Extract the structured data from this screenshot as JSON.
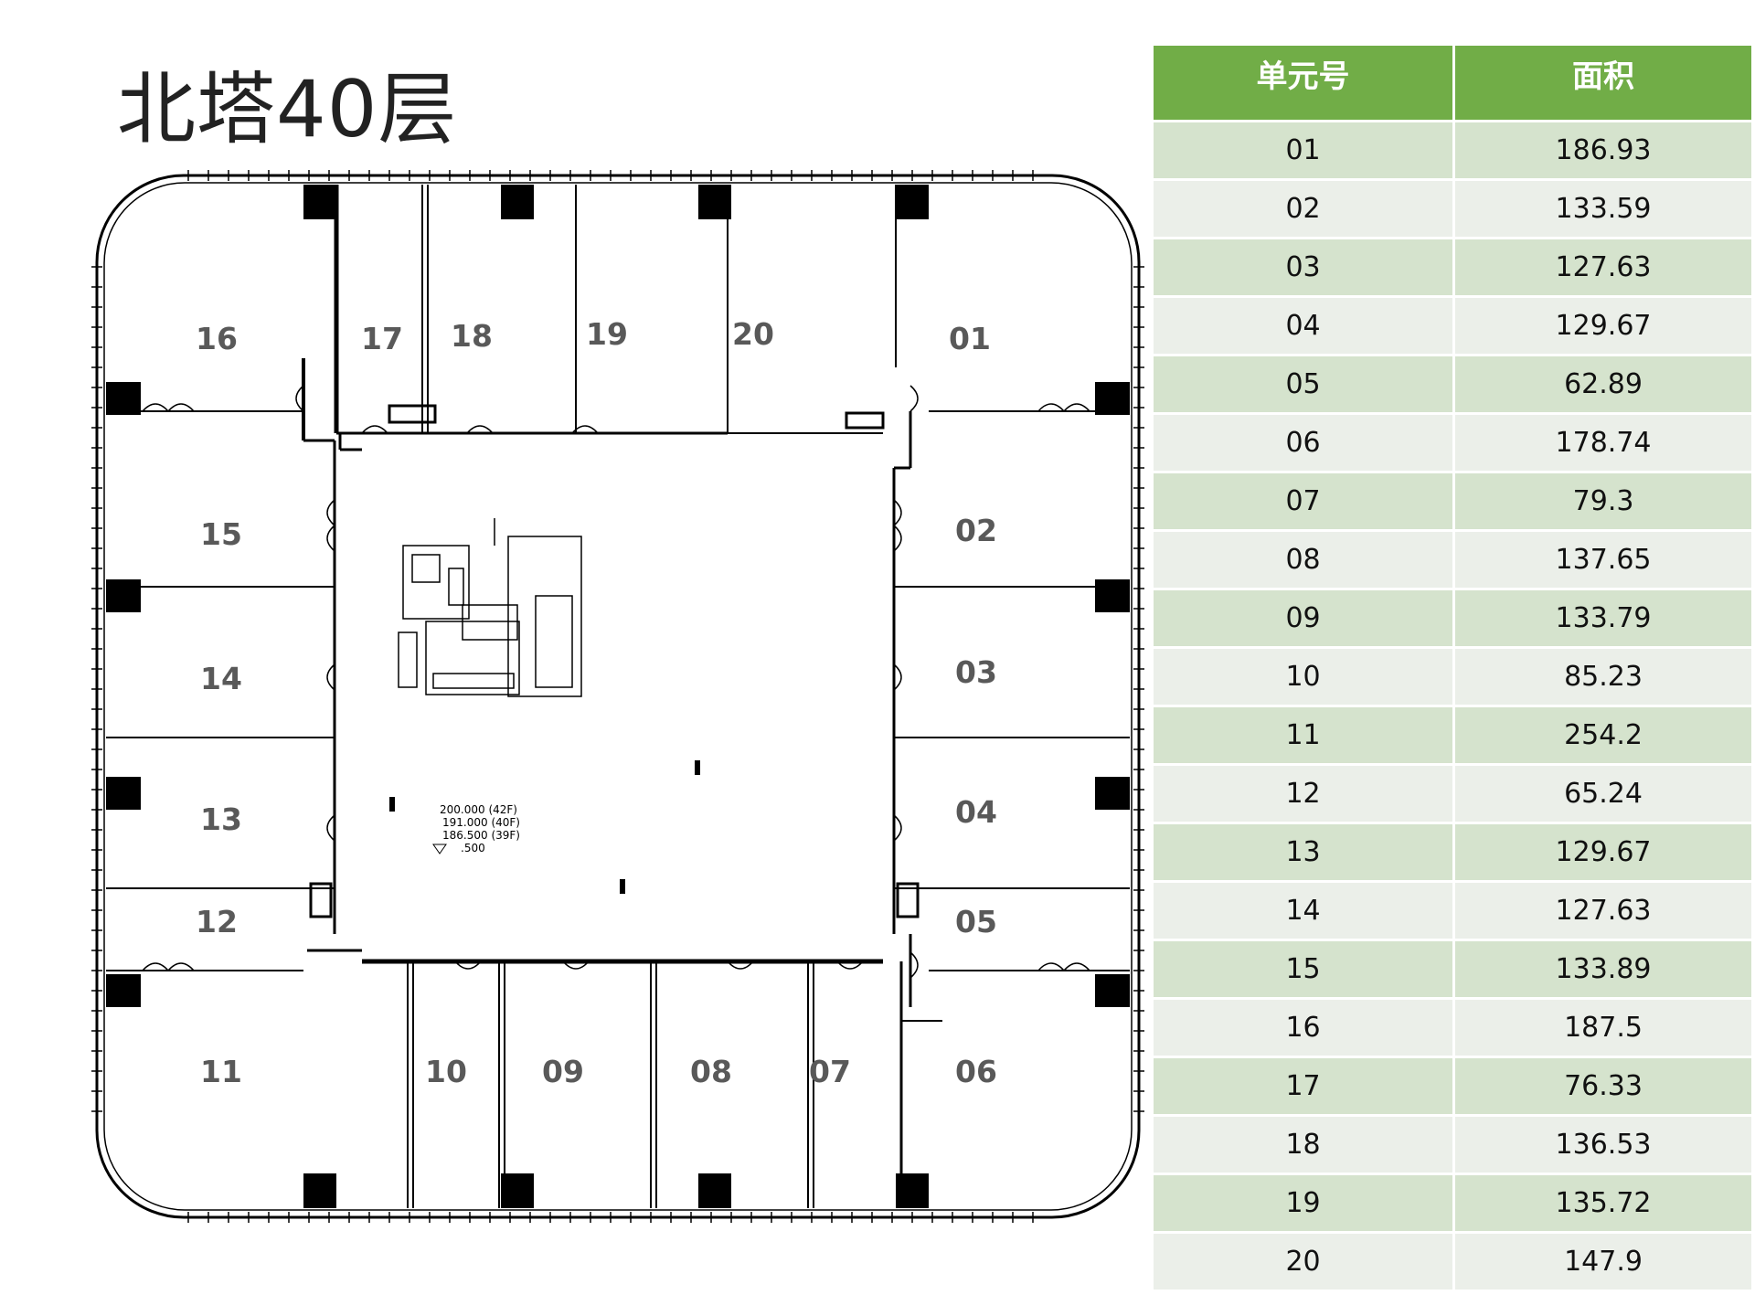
{
  "title": "北塔40层",
  "table": {
    "headers": [
      "单元号",
      "面积"
    ],
    "rows": [
      {
        "unit": "01",
        "area": "186.93"
      },
      {
        "unit": "02",
        "area": "133.59"
      },
      {
        "unit": "03",
        "area": "127.63"
      },
      {
        "unit": "04",
        "area": "129.67"
      },
      {
        "unit": "05",
        "area": "62.89"
      },
      {
        "unit": "06",
        "area": "178.74"
      },
      {
        "unit": "07",
        "area": "79.3"
      },
      {
        "unit": "08",
        "area": "137.65"
      },
      {
        "unit": "09",
        "area": "133.79"
      },
      {
        "unit": "10",
        "area": "85.23"
      },
      {
        "unit": "11",
        "area": "254.2"
      },
      {
        "unit": "12",
        "area": "65.24"
      },
      {
        "unit": "13",
        "area": "129.67"
      },
      {
        "unit": "14",
        "area": "127.63"
      },
      {
        "unit": "15",
        "area": "133.89"
      },
      {
        "unit": "16",
        "area": "187.5"
      },
      {
        "unit": "17",
        "area": "76.33"
      },
      {
        "unit": "18",
        "area": "136.53"
      },
      {
        "unit": "19",
        "area": "135.72"
      },
      {
        "unit": "20",
        "area": "147.9"
      }
    ]
  },
  "plan": {
    "unit_labels": [
      "01",
      "02",
      "03",
      "04",
      "05",
      "06",
      "07",
      "08",
      "09",
      "10",
      "11",
      "12",
      "13",
      "14",
      "15",
      "16",
      "17",
      "18",
      "19",
      "20"
    ],
    "elevations": [
      "200.000 (42F)",
      "191.000 (40F)",
      "186.500 (39F)",
      ".500"
    ],
    "wall_color": "#000000",
    "label_color": "#595959",
    "header_color": "#71ad47"
  }
}
